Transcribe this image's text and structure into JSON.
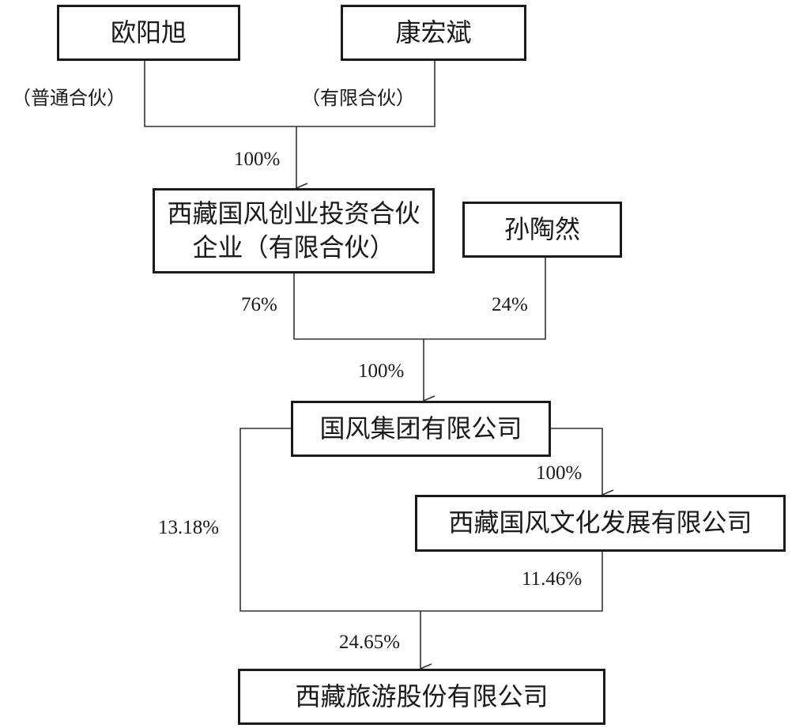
{
  "entities": {
    "ouyang_xu": "欧阳旭",
    "kang_hongbin": "康宏斌",
    "xizang_guofeng_venture": "西藏国风创业投资合伙企业（有限合伙）",
    "sun_taoran": "孙陶然",
    "guofeng_group": "国风集团有限公司",
    "xizang_guofeng_culture": "西藏国风文化发展有限公司",
    "xizang_tourism": "西藏旅游股份有限公司"
  },
  "roles": {
    "ouyang_xu": "（普通合伙）",
    "kang_hongbin": "（有限合伙）"
  },
  "percentages": {
    "partners_to_venture": "100%",
    "venture_to_group": "76%",
    "sun_to_group": "24%",
    "combined_to_group": "100%",
    "group_to_culture": "100%",
    "group_to_tourism": "13.18%",
    "culture_to_tourism": "11.46%",
    "combined_to_tourism": "24.65%"
  }
}
